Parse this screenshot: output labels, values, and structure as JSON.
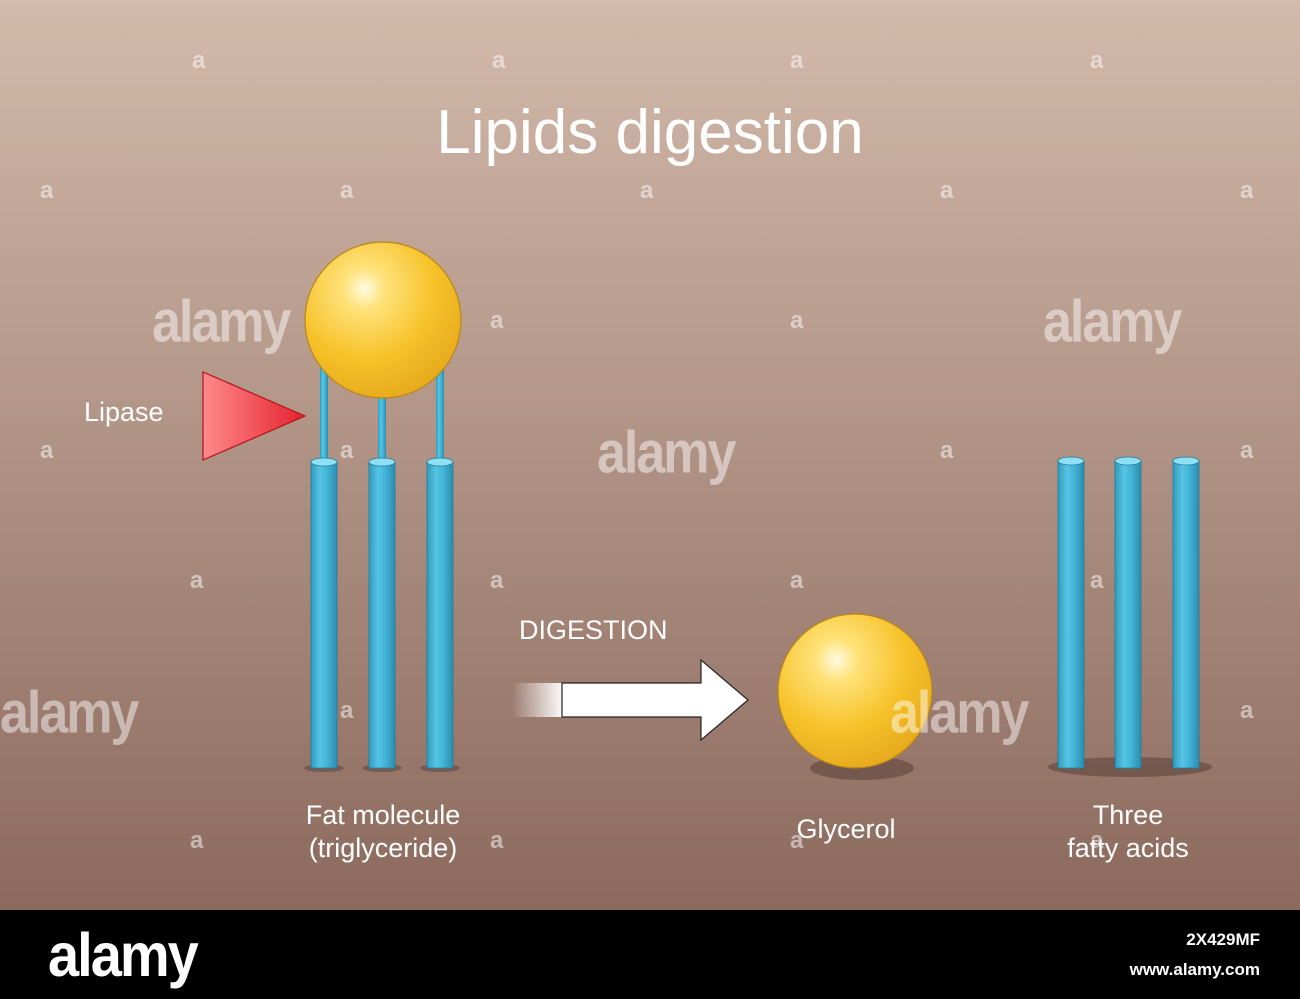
{
  "diagram": {
    "title": "Lipids digestion",
    "enzyme_label": "Lipase",
    "process_label": "DIGESTION",
    "fat_caption": [
      "Fat molecule",
      "(triglyceride)"
    ],
    "glycerol_caption": "Glycerol",
    "fatty_acids_caption": [
      "Three",
      "fatty acids"
    ]
  },
  "watermark": {
    "word": "alamy",
    "letter": "a"
  },
  "footer": {
    "logo": "alamy",
    "image_id": "2X429MF",
    "url": "www.alamy.com"
  },
  "colors": {
    "background_top": "#d2b8a9",
    "background_bottom": "#8c6b5e",
    "glycerol_sphere": "#f5c32c",
    "fatty_acid": "#3fb5d6",
    "lipase": "#e8303a"
  },
  "icons": {
    "glycerol": "sphere",
    "fatty_acid": "cylinder",
    "lipase": "triangle",
    "digestion": "arrow-right"
  }
}
